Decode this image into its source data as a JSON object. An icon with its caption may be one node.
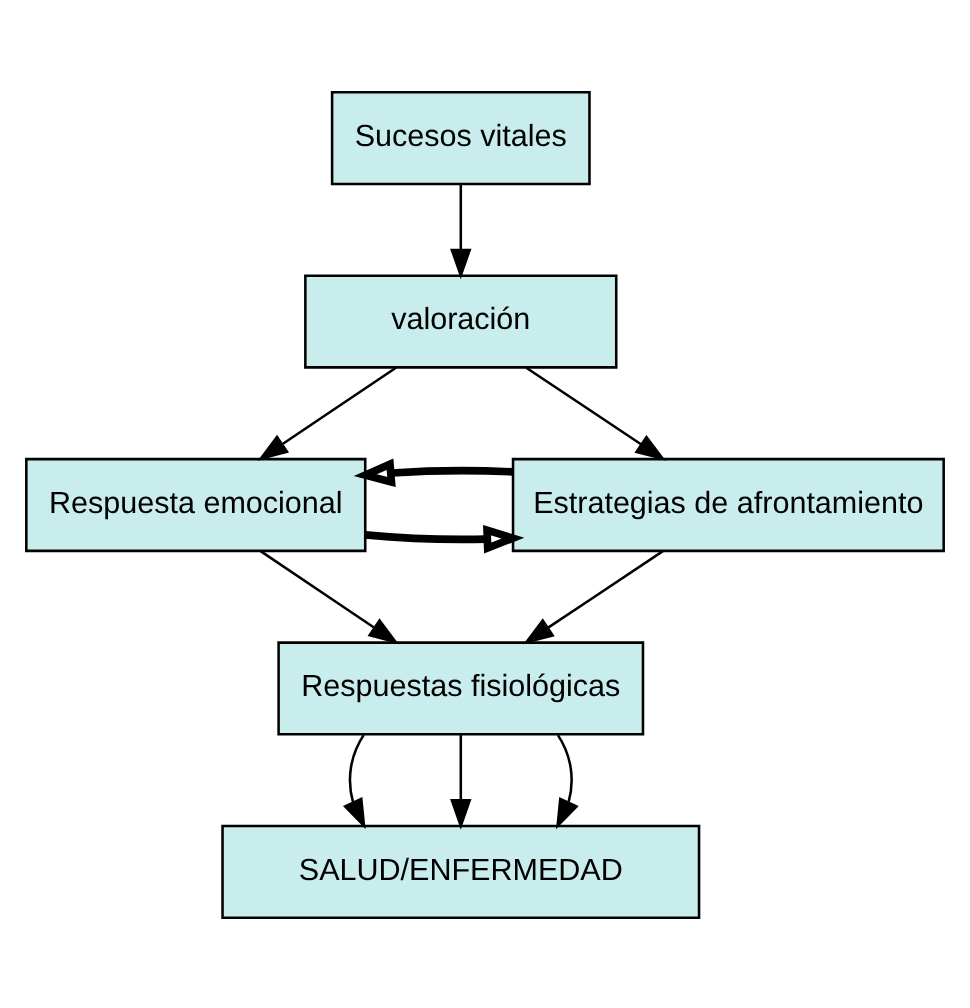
{
  "diagram": {
    "nodes": [
      {
        "text": [
          "Sucesos vitales"
        ]
      },
      {
        "text": [
          "valoración"
        ]
      },
      {
        "text": [
          "Respuesta emocional"
        ]
      },
      {
        "text": [
          "Estrategias de afrontamiento"
        ]
      },
      {
        "text": [
          "Respuestas fisiológicas"
        ]
      },
      {
        "text": [
          "SALUD/ENFERMEDAD"
        ]
      }
    ],
    "edges": [
      {
        "from": 0,
        "to": 1,
        "arrow": "to"
      },
      {
        "from": 1,
        "to": 2,
        "arrow": "to"
      },
      {
        "from": 1,
        "to": 3,
        "arrow": "to"
      },
      {
        "from": 2,
        "to": 3,
        "arrow": "to",
        "style": "thick"
      },
      {
        "from": 3,
        "to": 2,
        "arrow": "to",
        "style": "thick"
      },
      {
        "from": 2,
        "to": 4,
        "arrow": "to"
      },
      {
        "from": 3,
        "to": 4,
        "arrow": "to"
      },
      {
        "from": 4,
        "to": 5,
        "arrow": "to"
      },
      {
        "from": 4,
        "to": 5,
        "arrow": "to"
      },
      {
        "from": 4,
        "to": 5,
        "arrow": "to"
      }
    ]
  }
}
